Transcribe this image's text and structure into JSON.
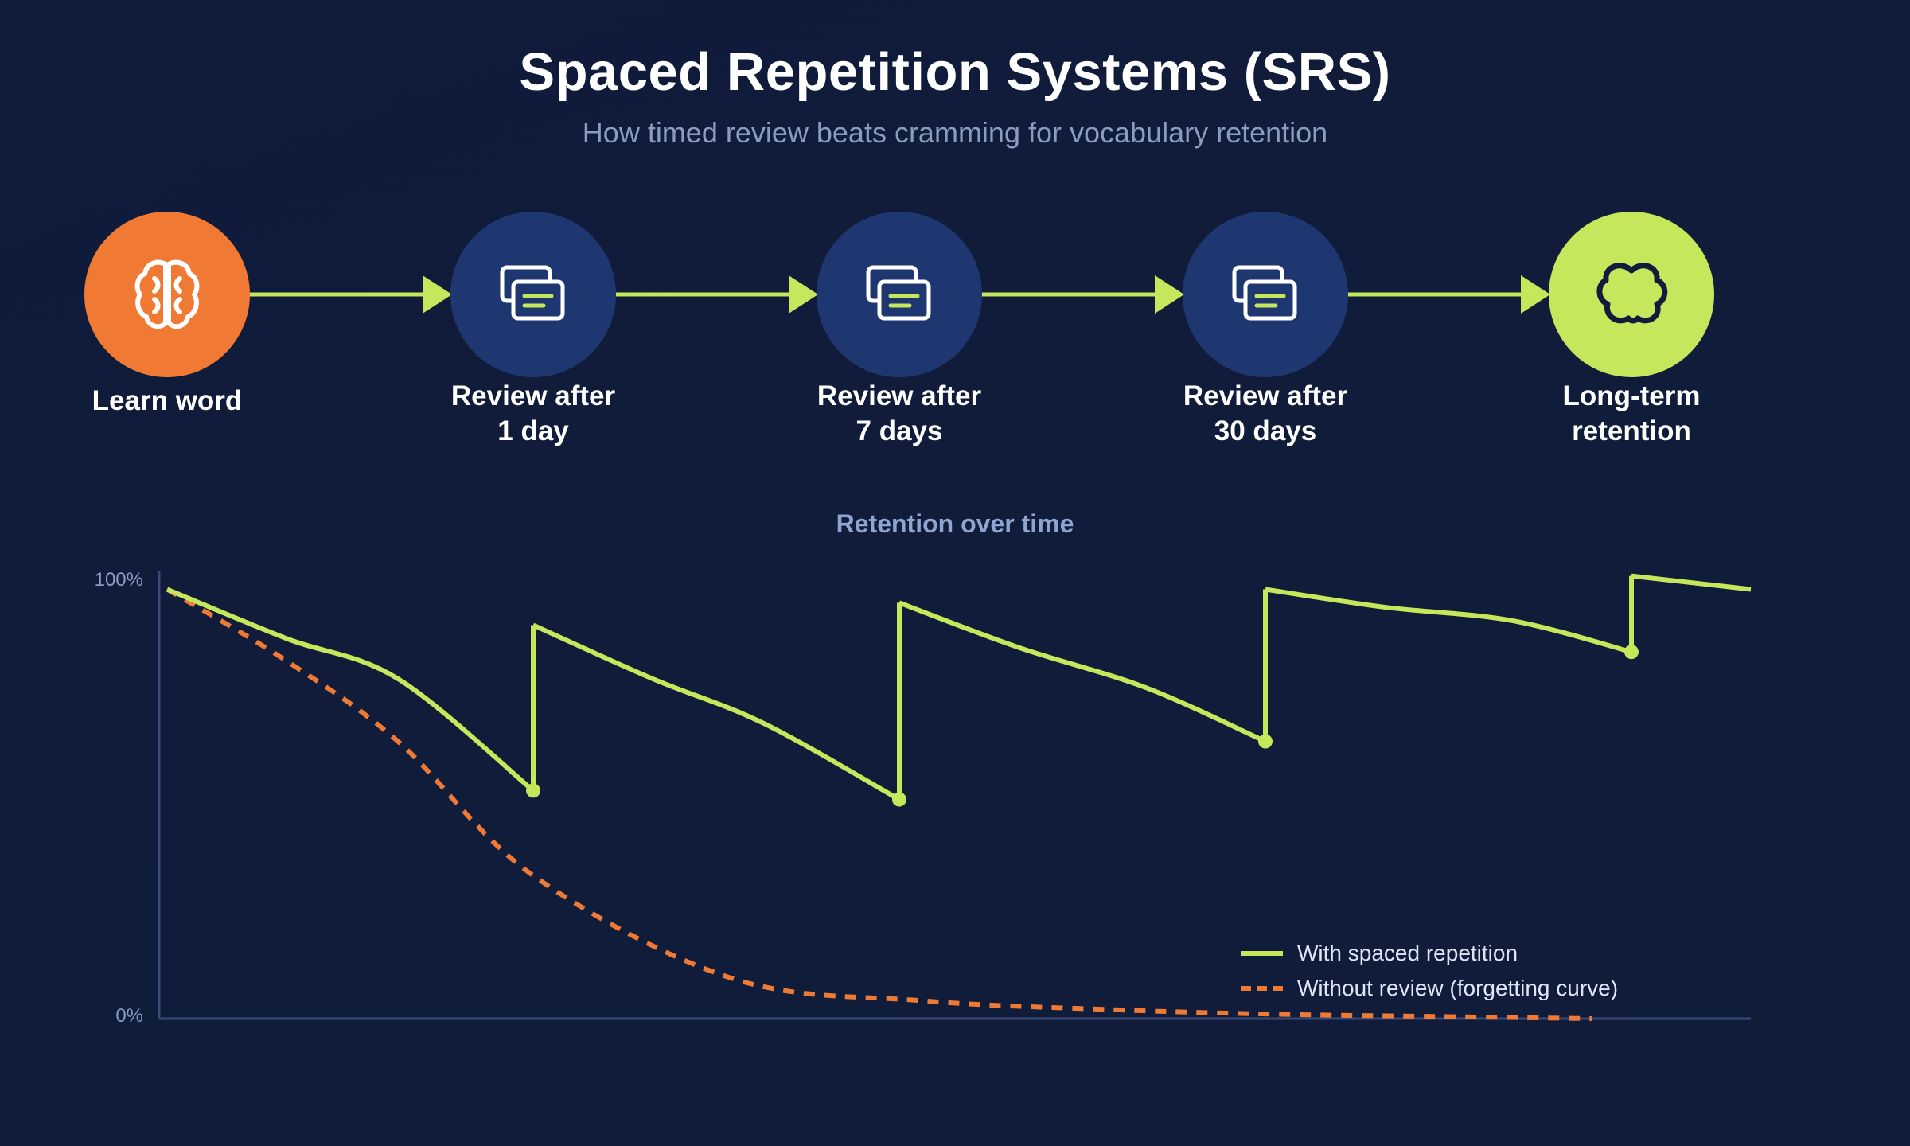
{
  "header": {
    "title": "Spaced Repetition Systems (SRS)",
    "subtitle": "How timed review beats cramming for vocabulary retention"
  },
  "stages": [
    {
      "icon": "brain-icon",
      "color": "#f07a33",
      "label_lines": [
        "Learn word"
      ]
    },
    {
      "icon": "flashcards-icon",
      "color": "#1f3770",
      "label_lines": [
        "Review after",
        "1 day"
      ]
    },
    {
      "icon": "flashcards-icon",
      "color": "#1f3770",
      "label_lines": [
        "Review after",
        "7 days"
      ]
    },
    {
      "icon": "flashcards-icon",
      "color": "#1f3770",
      "label_lines": [
        "Review after",
        "30 days"
      ]
    },
    {
      "icon": "cloud-icon",
      "color": "#c4e75b",
      "label_lines": [
        "Long-term",
        "retention"
      ]
    }
  ],
  "colors": {
    "background": "#0f1c3a",
    "accent_lime": "#c4e75b",
    "accent_orange": "#f07a33",
    "node_navy": "#1f3770",
    "axis": "#3a4a78"
  },
  "chart_data": {
    "type": "line",
    "title": "Retention over time",
    "xlabel": "",
    "ylabel": "",
    "ylim": [
      0,
      100
    ],
    "xlim": [
      0,
      100
    ],
    "y_tick_labels": [
      "100%",
      "0%"
    ],
    "grid": false,
    "legend_placement": "bottom-right",
    "series": [
      {
        "name": "With spaced repetition",
        "style": "solid",
        "color": "#c4e75b",
        "segments": [
          [
            [
              0.5,
              96
            ],
            [
              8,
              85
            ],
            [
              15,
              76
            ],
            [
              23.5,
              51
            ]
          ],
          [
            [
              23.5,
              88
            ],
            [
              31,
              76
            ],
            [
              38,
              66
            ],
            [
              46.5,
              49
            ]
          ],
          [
            [
              46.5,
              93
            ],
            [
              54,
              83
            ],
            [
              62,
              74
            ],
            [
              69.5,
              62
            ]
          ],
          [
            [
              69.5,
              96
            ],
            [
              77,
              92
            ],
            [
              85,
              89
            ],
            [
              92.5,
              82
            ]
          ],
          [
            [
              92.5,
              99
            ],
            [
              100,
              96
            ]
          ]
        ],
        "review_points": [
          [
            23.5,
            51
          ],
          [
            46.5,
            49
          ],
          [
            69.5,
            62
          ],
          [
            92.5,
            82
          ]
        ]
      },
      {
        "name": "Without review (forgetting curve)",
        "style": "dashed",
        "color": "#ee7a35",
        "points": [
          [
            0.5,
            96
          ],
          [
            8,
            80
          ],
          [
            15,
            62
          ],
          [
            23.5,
            32
          ],
          [
            36,
            9
          ],
          [
            48,
            4
          ],
          [
            60,
            2
          ],
          [
            70,
            1
          ],
          [
            80,
            0.5
          ],
          [
            90,
            0
          ]
        ]
      }
    ]
  }
}
